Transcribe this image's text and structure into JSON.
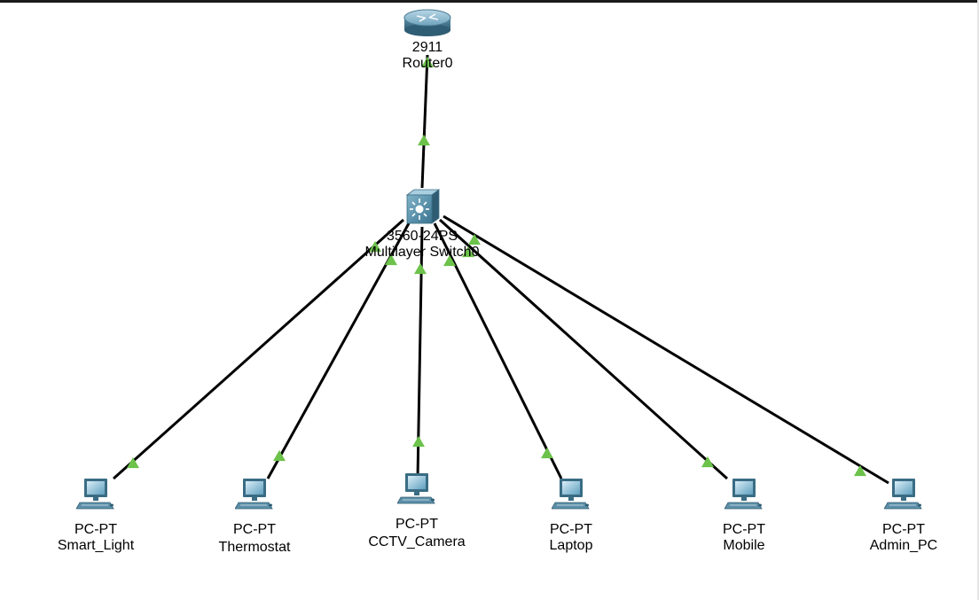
{
  "devices": {
    "router": {
      "model": "2911",
      "name": "Router0"
    },
    "switch": {
      "model": "3560-24PS",
      "name": "Multilayer Switch0"
    },
    "pcs": [
      {
        "model": "PC-PT",
        "name": "Smart_Light"
      },
      {
        "model": "PC-PT",
        "name": "Thermostat"
      },
      {
        "model": "PC-PT",
        "name": "CCTV_Camera"
      },
      {
        "model": "PC-PT",
        "name": "Laptop"
      },
      {
        "model": "PC-PT",
        "name": "Mobile"
      },
      {
        "model": "PC-PT",
        "name": "Admin_PC"
      }
    ]
  },
  "link_status_color": "#6cc24a",
  "link_color": "#000000",
  "icons": {
    "router": "router-icon",
    "switch": "multilayer-switch-icon",
    "pc": "pc-icon"
  }
}
